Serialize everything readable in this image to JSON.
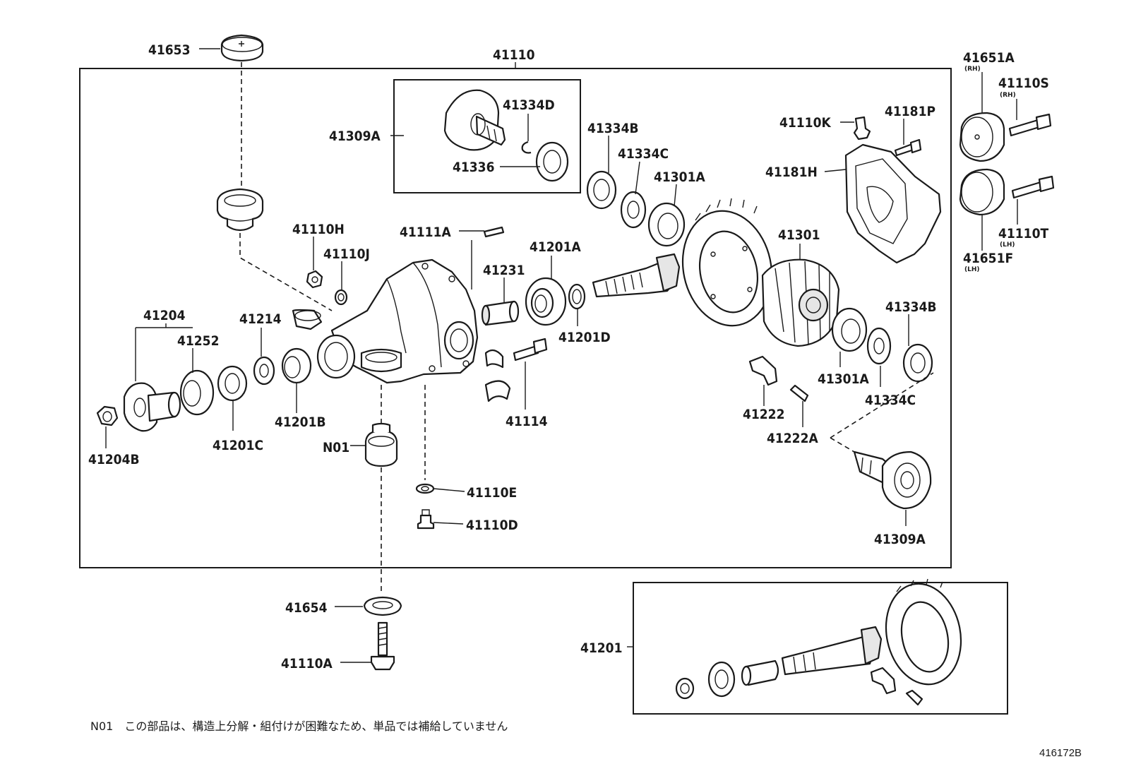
{
  "parts": {
    "p41653": "41653",
    "p41110": "41110",
    "p41309A_top": "41309A",
    "p41334D": "41334D",
    "p41336": "41336",
    "p41334B_top": "41334B",
    "p41334C_top": "41334C",
    "p41301A_top": "41301A",
    "p41110K": "41110K",
    "p41181P": "41181P",
    "p41181H": "41181H",
    "p41651A": "41651A",
    "p41651A_sub": "(RH)",
    "p41110S": "41110S",
    "p41110S_sub": "(RH)",
    "p41110T": "41110T",
    "p41110T_sub": "(LH)",
    "p41651F": "41651F",
    "p41651F_sub": "(LH)",
    "p41110H": "41110H",
    "p41110J": "41110J",
    "p41111A": "41111A",
    "p41201A": "41201A",
    "p41231": "41231",
    "p41201D": "41201D",
    "p41301": "41301",
    "p41334B_right": "41334B",
    "p41204": "41204",
    "p41214": "41214",
    "p41252": "41252",
    "p41201C": "41201C",
    "p41201B": "41201B",
    "p41204B": "41204B",
    "pN01": "N01",
    "p41114": "41114",
    "p41222": "41222",
    "p41222A": "41222A",
    "p41301A_right": "41301A",
    "p41334C_right": "41334C",
    "p41110E": "41110E",
    "p41110D": "41110D",
    "p41309A_bottom": "41309A",
    "p41654": "41654",
    "p41110A": "41110A",
    "p41201": "41201"
  },
  "note": "N01　この部品は、構造上分解・組付けが困難なため、単品では補給していません",
  "illustration_id": "416172B"
}
